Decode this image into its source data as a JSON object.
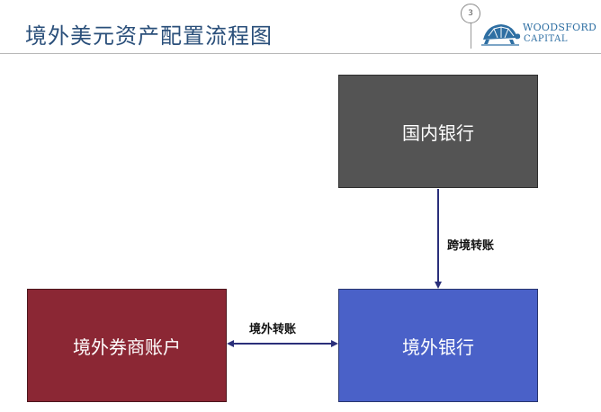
{
  "header": {
    "title": "境外美元资产配置流程图",
    "page_number": "3"
  },
  "logo": {
    "line1": "WOODSFORD",
    "line2": "CAPITAL",
    "icon": "turtle-icon",
    "color": "#2e6fa3"
  },
  "nodes": {
    "domestic_bank": {
      "label": "国内银行",
      "color": "#545454"
    },
    "overseas_bank": {
      "label": "境外银行",
      "color": "#4a61c8"
    },
    "overseas_broker": {
      "label": "境外券商账户",
      "color": "#8b2734"
    }
  },
  "edges": {
    "cross_border": {
      "label": "跨境转账",
      "from": "domestic_bank",
      "to": "overseas_bank",
      "direction": "one-way"
    },
    "overseas_transfer": {
      "label": "境外转账",
      "from": "overseas_broker",
      "to": "overseas_bank",
      "direction": "two-way"
    }
  },
  "colors": {
    "title": "#2a4f7a",
    "connector": "#2a2f7a"
  }
}
